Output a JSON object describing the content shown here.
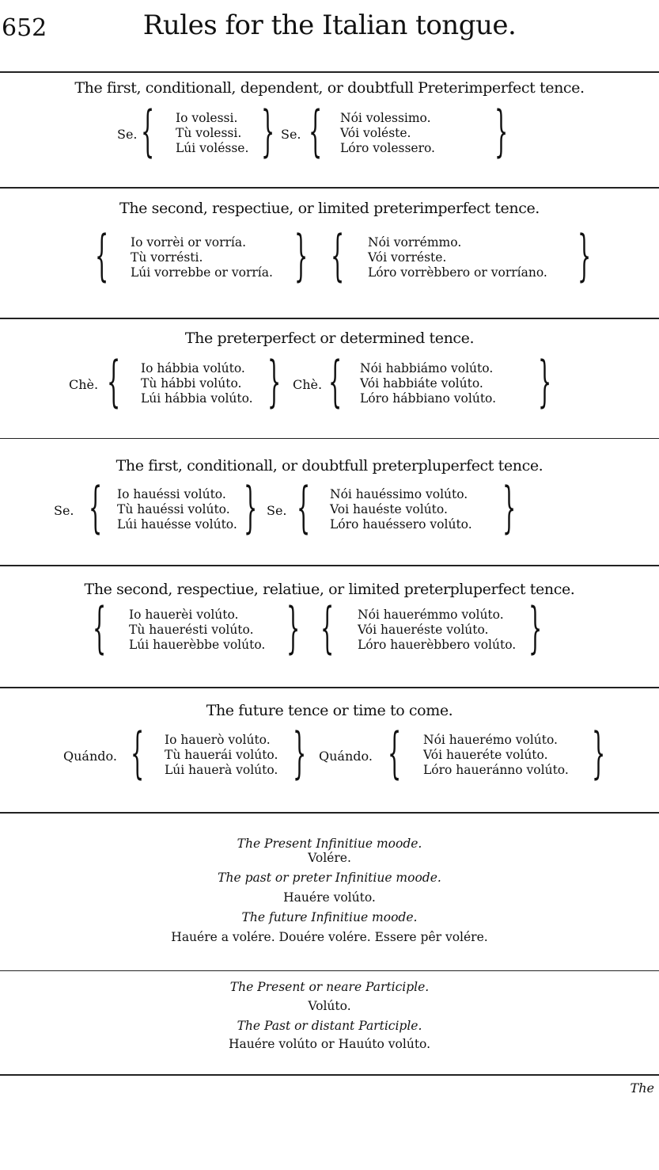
{
  "header": {
    "page_number": "652",
    "running_title": "Rules for the Italian tongue."
  },
  "sections": [
    {
      "title": "The first, conditionall, dependent, or doubtfull Preterimperfect tence.",
      "left": {
        "label": "Se.",
        "lines": [
          "Io volessi.",
          "Tù volessi.",
          "Lúi volésse."
        ]
      },
      "right": {
        "label": "Se.",
        "lines": [
          "Nói volessimo.",
          "Vói voléste.",
          "Lóro volessero."
        ]
      }
    },
    {
      "title": "The second, respectiue, or limited preterimperfect tence.",
      "left": {
        "label": "",
        "lines": [
          "Io vorrèi or vorría.",
          "Tù vorrésti.",
          "Lúi vorrebbe or vorría."
        ]
      },
      "right": {
        "label": "",
        "lines": [
          "Nói vorrémmo.",
          "Vói vorréste.",
          "Lóro vorrèbbero or vorríano."
        ]
      }
    },
    {
      "title": "The preterperfect or determined tence.",
      "left": {
        "label": "Chè.",
        "lines": [
          "Io hábbia volúto.",
          "Tù hábbi volúto.",
          "Lúi hábbia volúto."
        ]
      },
      "right": {
        "label": "Chè.",
        "lines": [
          "Nói habbiámo volúto.",
          "Vói habbiáte volúto.",
          "Lóro hábbiano volúto."
        ]
      }
    },
    {
      "title": "The first, conditionall, or doubtfull preterpluperfect tence.",
      "left": {
        "label": "Se.",
        "lines": [
          "Io hauéssi volúto.",
          "Tù hauéssi volúto.",
          "Lúi hauésse volúto."
        ]
      },
      "right": {
        "label": "Se.",
        "lines": [
          "Nói hauéssimo volúto.",
          "Voi hauéste volúto.",
          "Lóro hauéssero volúto."
        ]
      }
    },
    {
      "title": "The second, respectiue, relatiue, or limited preterpluperfect tence.",
      "left": {
        "label": "",
        "lines": [
          "Io hauerèi volúto.",
          "Tù hauerésti volúto.",
          "Lúi hauerèbbe volúto."
        ]
      },
      "right": {
        "label": "",
        "lines": [
          "Nói hauerémmo volúto.",
          "Vói haueréste volúto.",
          "Lóro hauerèbbero volúto."
        ]
      }
    },
    {
      "title": "The future tence or time to come.",
      "left": {
        "label": "Quándo.",
        "lines": [
          "Io hauerò volúto.",
          "Tù hauerái volúto.",
          "Lúi hauerà volúto."
        ]
      },
      "right": {
        "label": "Quándo.",
        "lines": [
          "Nói hauerémo volúto.",
          "Vói haueréte volúto.",
          "Lóro haueránno volúto."
        ]
      }
    }
  ],
  "infinitive": {
    "present_heading": "The Present Infinitiue moode.",
    "present_form": "Volére.",
    "past_heading": "The past or preter Infinitiue moode.",
    "past_form": "Hauére volúto.",
    "future_heading": "The future Infinitiue moode.",
    "future_form": "Hauére a volére. Douére volére. Essere pêr volére."
  },
  "participle": {
    "present_heading": "The Present or neare Participle.",
    "present_form": "Volúto.",
    "past_heading": "The Past or distant Participle.",
    "past_form": "Hauére volúto or Hauúto volúto."
  },
  "catchword": "The"
}
